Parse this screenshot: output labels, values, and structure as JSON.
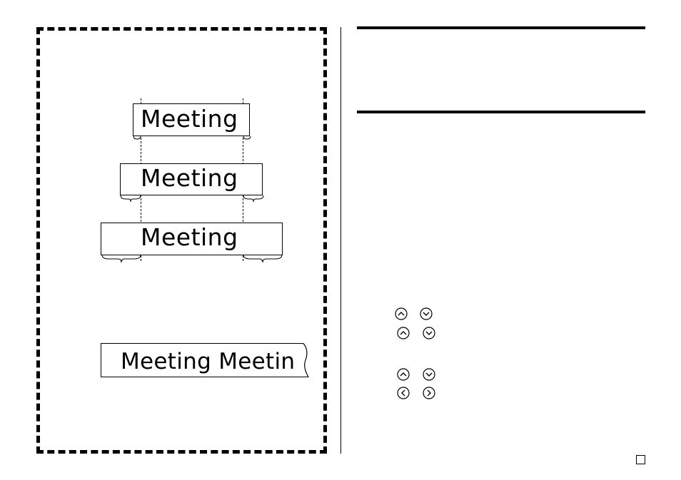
{
  "illustration": {
    "tape_samples": [
      {
        "label": "Meeting"
      },
      {
        "label": "Meeting"
      },
      {
        "label": "Meeting"
      }
    ],
    "repeat_sample": {
      "text": "Meeting Meetin"
    }
  },
  "right_column": {
    "key_rows": [
      {
        "left_key": "up-arrow-key-icon",
        "right_key": "down-arrow-key-icon"
      },
      {
        "left_key": "up-arrow-key-icon",
        "right_key": "down-arrow-key-icon"
      },
      {
        "left_key": "up-arrow-key-icon",
        "right_key": "down-arrow-key-icon"
      },
      {
        "left_key": "left-arrow-key-icon",
        "right_key": "right-arrow-key-icon"
      }
    ]
  }
}
